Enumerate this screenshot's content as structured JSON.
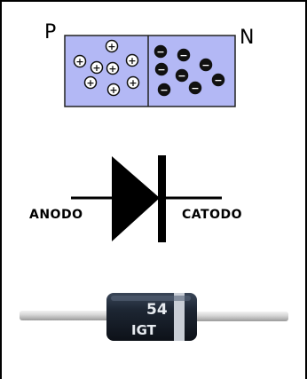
{
  "labels": {
    "p_side": "P",
    "n_side": "N",
    "anode": "ANODO",
    "cathode": "CATODO"
  },
  "carriers": {
    "holes": "+",
    "electrons": "−"
  },
  "component_marking": "54",
  "component_marking_2": "IGT",
  "colors": {
    "junction_fill": "#b3b8f5",
    "outline": "#222222",
    "symbol": "#000000",
    "diode_body": "#1b2330",
    "lead": "#cfcfcf"
  }
}
